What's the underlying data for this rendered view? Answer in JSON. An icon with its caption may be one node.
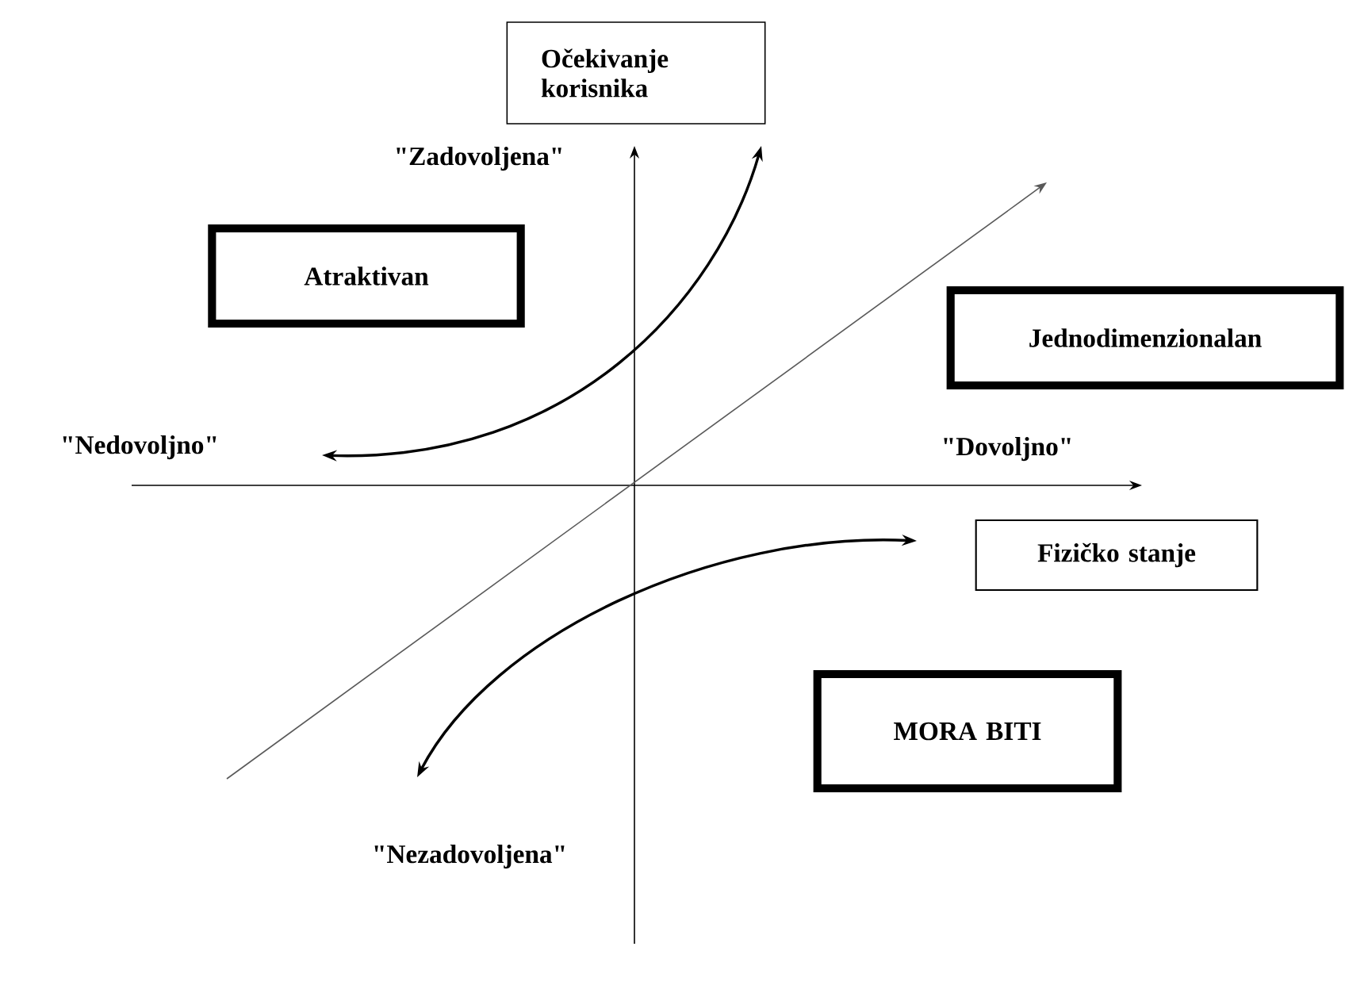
{
  "diagram": {
    "nodes": [
      {
        "text": [
          "Očekivanje korisnika"
        ]
      },
      {
        "text": [
          "Atraktivan"
        ]
      },
      {
        "text": [
          "Jednodimenzionalan"
        ]
      },
      {
        "text": [
          "Fizičko stanje"
        ]
      },
      {
        "text": [
          "MORA BITI"
        ]
      }
    ],
    "labels": [
      "\"Zadovoljena\"",
      "\"Nedovoljno\"",
      "\"Dovoljno\"",
      "\"Nezadovoljena\""
    ]
  }
}
